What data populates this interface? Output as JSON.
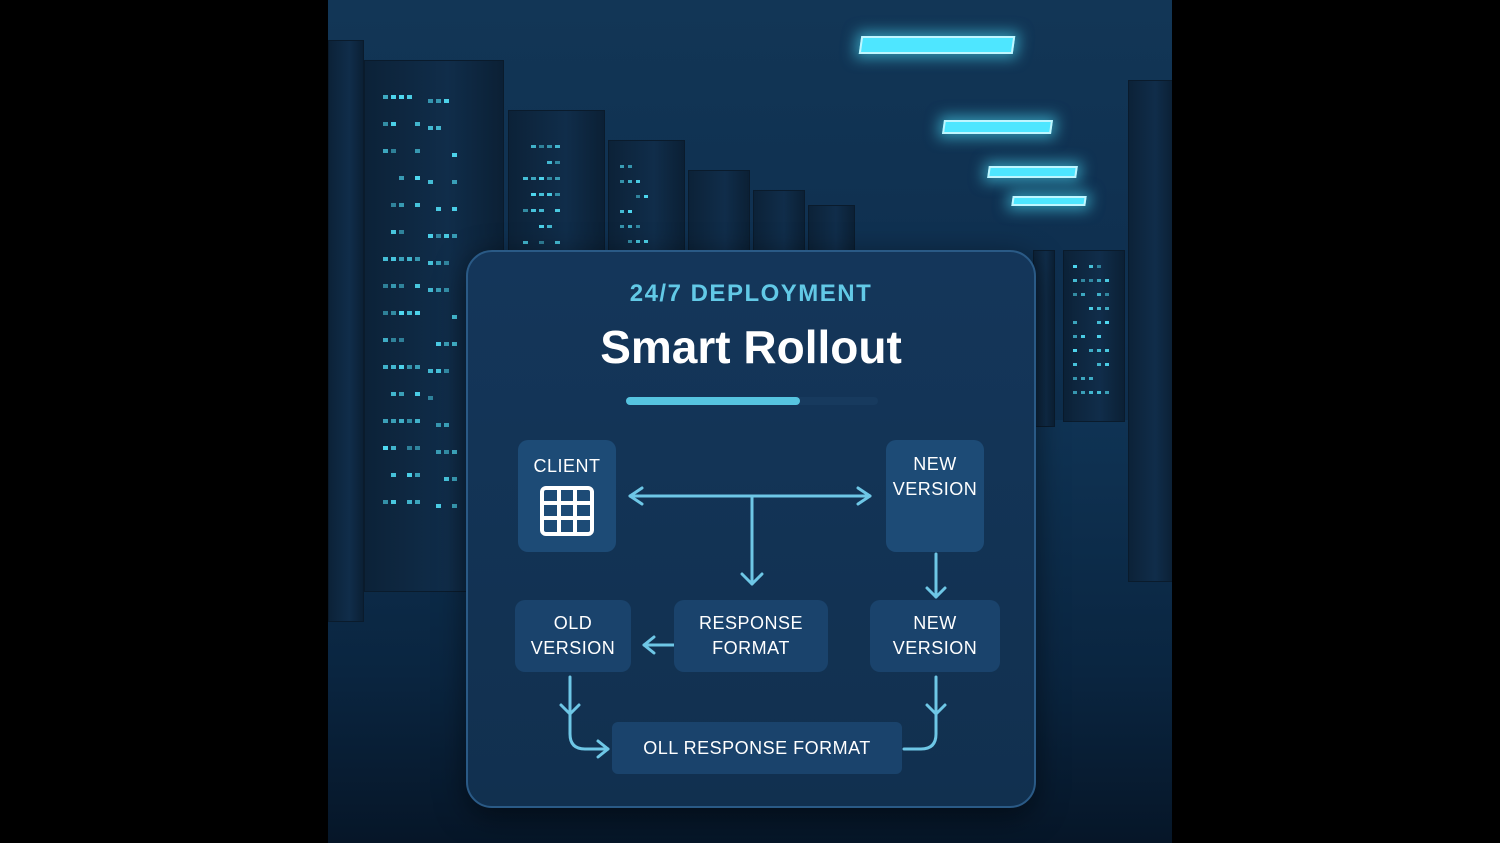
{
  "header": {
    "subtitle": "24/7 DEPLOYMENT",
    "title": "Smart Rollout",
    "progress": 0.69
  },
  "nodes": {
    "client": {
      "line1": "CLIENT",
      "icon": "grid-table-icon"
    },
    "new_version_top": {
      "line1": "NEW",
      "line2": "VERSION"
    },
    "old_version": {
      "line1": "OLD",
      "line2": "VERSION"
    },
    "response_format": {
      "line1": "RESPONSE",
      "line2": "FORMAT"
    },
    "new_version_bottom": {
      "line1": "NEW",
      "line2": "VERSION"
    },
    "oll_response_format": {
      "line1": "OLL RESPONSE FORMAT"
    }
  },
  "colors": {
    "accent": "#56c4e0",
    "node": "#1d4b76",
    "panel": "#12335a",
    "arrow": "#6ec7e6"
  }
}
